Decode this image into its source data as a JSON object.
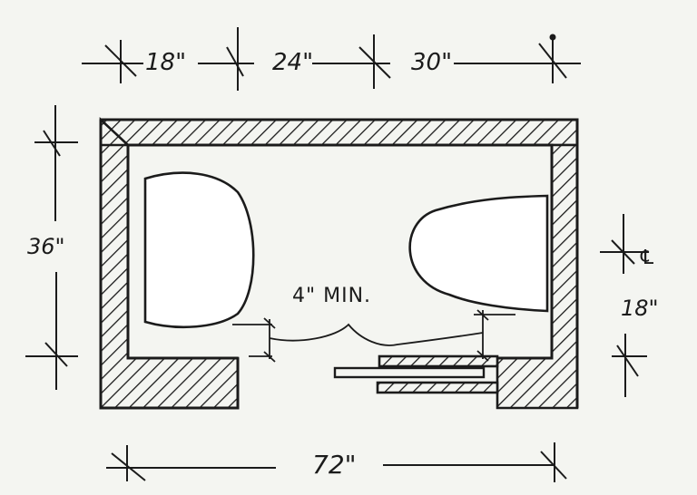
{
  "diagram": {
    "type": "architectural-floor-plan",
    "subject": "half bath / powder room",
    "colors": {
      "background": "#f4f5f1",
      "ink": "#1b1b1b",
      "fixture_fill": "#ffffff"
    },
    "dimensions": {
      "top": [
        {
          "label": "18\"",
          "segment": "wall to sink centerline"
        },
        {
          "label": "24\"",
          "segment": "sink centerline to door"
        },
        {
          "label": "30\"",
          "segment": "door to right wall"
        }
      ],
      "left": {
        "label": "36\"",
        "segment": "interior depth"
      },
      "right": {
        "label": "18\"",
        "segment": "toilet centerline to wall",
        "centerline_symbol": "℄"
      },
      "bottom": {
        "label": "72\"",
        "segment": "overall interior width"
      }
    },
    "annotations": {
      "clearance": "4\" MIN."
    },
    "fixtures": [
      {
        "name": "sink",
        "shape": "D-shaped lavatory",
        "position": "left wall"
      },
      {
        "name": "toilet",
        "shape": "elongated bowl",
        "position": "right wall"
      },
      {
        "name": "pocket-door",
        "position": "bottom wall"
      }
    ]
  }
}
